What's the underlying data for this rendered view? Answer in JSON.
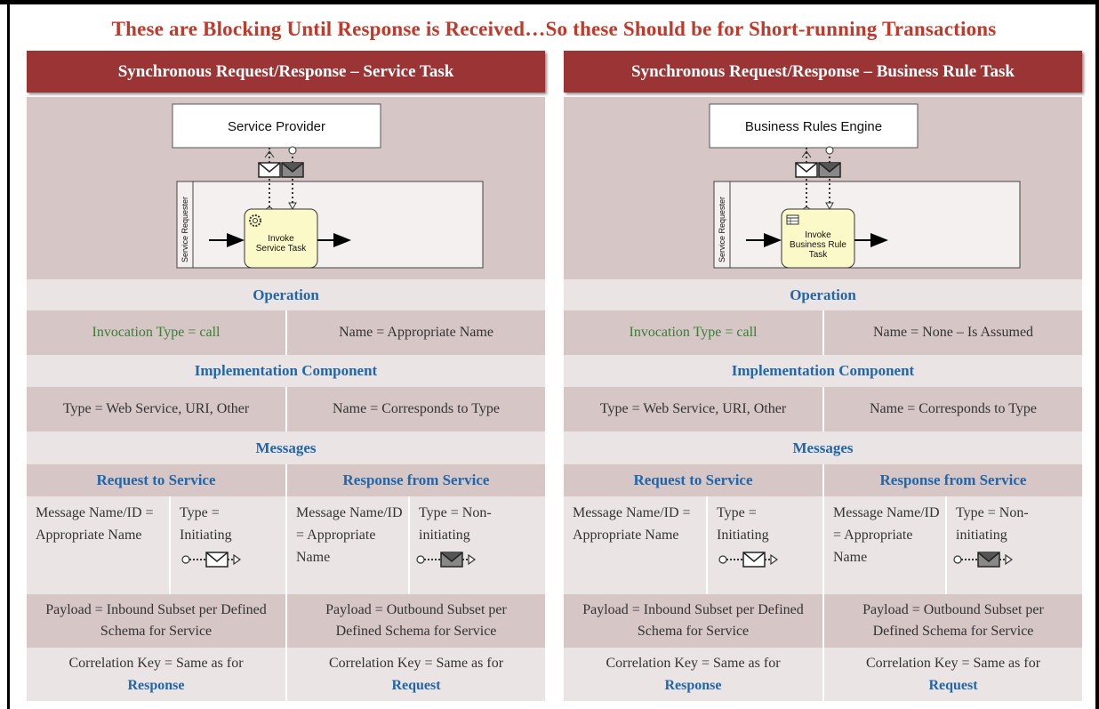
{
  "banner": "These are Blocking Until Response is Received…So these Should be for Short-running Transactions",
  "panels": [
    {
      "header": "Synchronous Request/Response – Service Task",
      "diagram": {
        "provider": "Service Provider",
        "lane": "Service Requester",
        "task_line1": "Invoke",
        "task_line2": "Service Task",
        "task_line3": "",
        "task_icon": "gear-icon"
      },
      "operation_label": "Operation",
      "invocation": "Invocation Type = call",
      "op_name": "Name = Appropriate Name",
      "impl_label": "Implementation Component",
      "impl_type": "Type = Web Service, URI, Other",
      "impl_name": "Name = Corresponds to Type",
      "messages_label": "Messages",
      "req_label": "Request to Service",
      "resp_label": "Response from Service",
      "req_name": "Message Name/ID = Appropriate Name",
      "req_type": "Type = Initiating",
      "resp_name": "Message Name/ID = Appropriate Name",
      "resp_type": "Type = Non-initiating",
      "req_payload": "Payload = Inbound Subset per Defined Schema for Service",
      "resp_payload": "Payload = Outbound Subset per Defined Schema for Service",
      "req_corr": "Correlation Key = Same as for",
      "req_corr_b": "Response",
      "resp_corr": "Correlation Key = Same as for",
      "resp_corr_b": "Request"
    },
    {
      "header": "Synchronous Request/Response – Business Rule Task",
      "diagram": {
        "provider": "Business Rules Engine",
        "lane": "Service Requester",
        "task_line1": "Invoke",
        "task_line2": "Business Rule",
        "task_line3": "Task",
        "task_icon": "table-icon"
      },
      "operation_label": "Operation",
      "invocation": "Invocation Type = call",
      "op_name": "Name = None – Is Assumed",
      "impl_label": "Implementation Component",
      "impl_type": "Type = Web Service, URI, Other",
      "impl_name": "Name = Corresponds to Type",
      "messages_label": "Messages",
      "req_label": "Request to Service",
      "resp_label": "Response from Service",
      "req_name": "Message Name/ID = Appropriate Name",
      "req_type": "Type = Initiating",
      "resp_name": "Message Name/ID = Appropriate Name",
      "resp_type": "Type = Non-initiating",
      "req_payload": "Payload = Inbound Subset per Defined Schema for Service",
      "resp_payload": "Payload = Outbound Subset per Defined Schema for Service",
      "req_corr": "Correlation Key = Same as for",
      "req_corr_b": "Response",
      "resp_corr": "Correlation Key = Same as for",
      "resp_corr_b": "Request"
    }
  ]
}
